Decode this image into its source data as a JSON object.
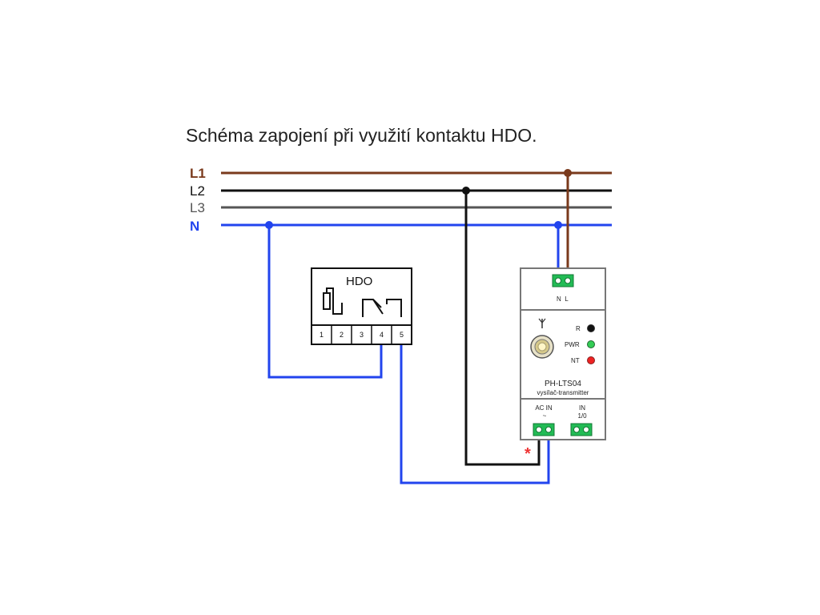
{
  "title": "Schéma zapojení při využití kontaktu HDO.",
  "colors": {
    "l1": "#7a3a1c",
    "l2": "#111111",
    "l3": "#555555",
    "n": "#2244ee",
    "terminal_green": "#22bb55",
    "led_pwr": "#33cc55",
    "led_nt": "#ee2222",
    "led_r": "#111111",
    "marker": "#ee3333"
  },
  "lines": {
    "l1": "L1",
    "l2": "L2",
    "l3": "L3",
    "n": "N"
  },
  "hdo": {
    "label": "HDO",
    "terminals": [
      "1",
      "2",
      "3",
      "4",
      "5"
    ]
  },
  "transmitter": {
    "top_terminal_label": "N  L",
    "indicators": [
      {
        "label": "R",
        "color": "#111111"
      },
      {
        "label": "PWR",
        "color": "#33cc55"
      },
      {
        "label": "NT",
        "color": "#ee2222"
      }
    ],
    "model": "PH-LTS04",
    "subtitle": "vysílač-transmitter",
    "ac_in_label": "AC IN",
    "ac_in_symbol": "~",
    "io_label": "IN",
    "io_sub": "1/0",
    "antenna_icon": "antenna-icon",
    "marker_symbol": "*"
  }
}
